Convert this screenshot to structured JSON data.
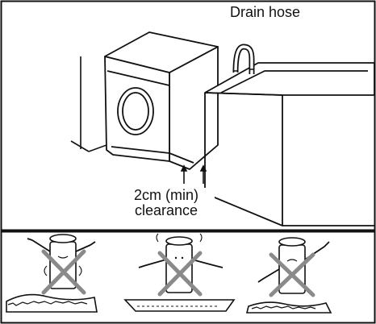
{
  "labels": {
    "drain_hose": "Drain hose",
    "clearance_line1": "2cm (min)",
    "clearance_line2": "clearance"
  },
  "icons": {
    "machine": "washing-machine-icon",
    "hose": "drain-hose-icon",
    "tub": "laundry-tub-icon",
    "wrong_uneven": "cross-icon",
    "wrong_soft": "cross-icon",
    "wrong_gravel": "cross-icon"
  },
  "colors": {
    "line": "#111111",
    "cross": "#8a8a8a",
    "panel": "#ffffff"
  }
}
